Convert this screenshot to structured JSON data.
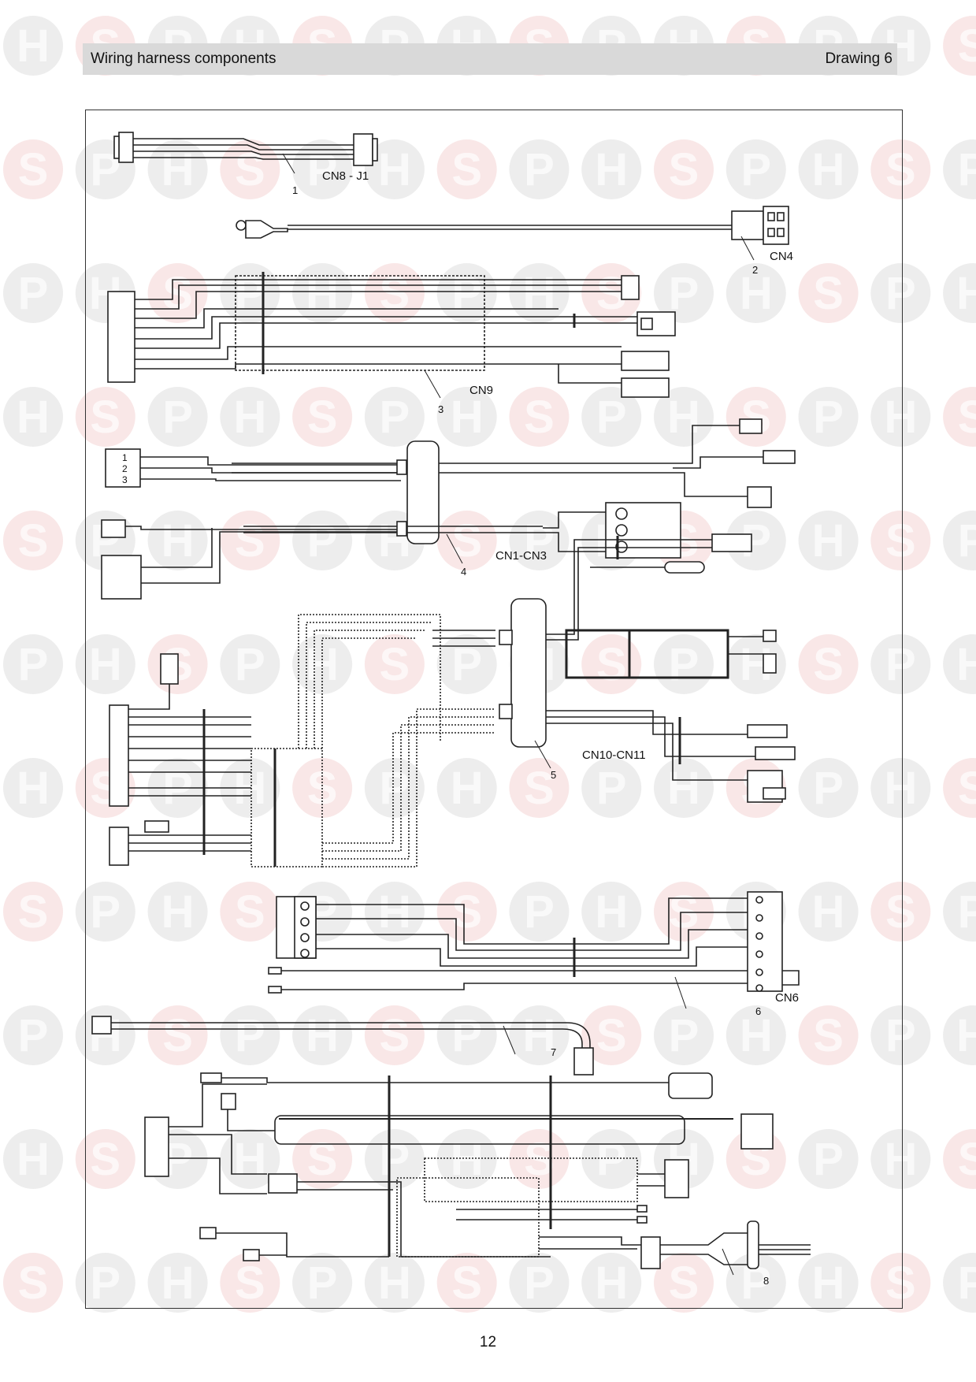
{
  "header": {
    "title": "Wiring harness components",
    "drawing": "Drawing 6"
  },
  "page_number": "12",
  "watermark": {
    "letters": [
      "H",
      "S",
      "P"
    ],
    "color": "#f2c9c9",
    "dark": "#d8d8d8"
  },
  "harnesses": [
    {
      "number": "1",
      "connector": "CN8 - J1"
    },
    {
      "number": "2",
      "connector": "CN4"
    },
    {
      "number": "3",
      "connector": "CN9"
    },
    {
      "number": "4",
      "connector": "CN1-CN3"
    },
    {
      "number": "5",
      "connector": "CN10-CN11"
    },
    {
      "number": "6",
      "connector": "CN6"
    },
    {
      "number": "7",
      "connector": ""
    },
    {
      "number": "8",
      "connector": ""
    }
  ],
  "pin_labels": [
    "1",
    "2",
    "3"
  ]
}
